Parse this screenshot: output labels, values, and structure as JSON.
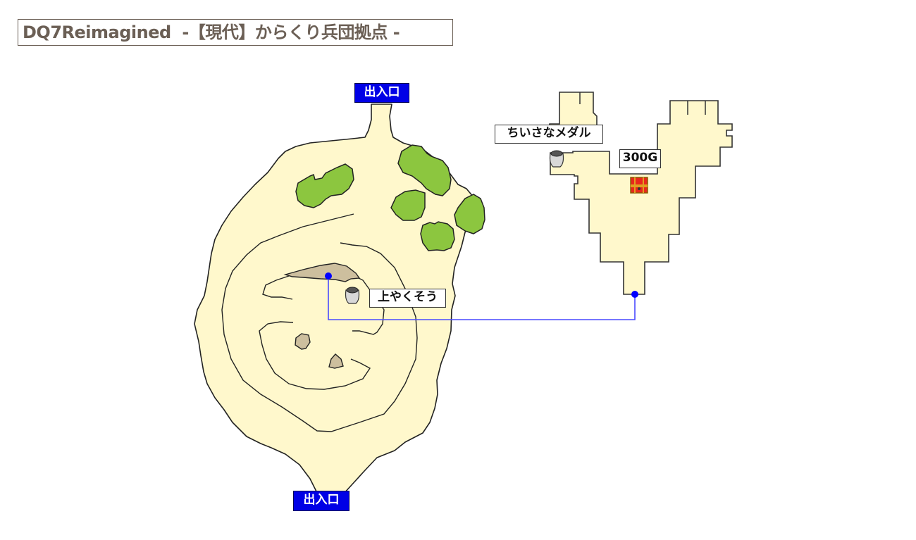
{
  "title": {
    "game": "DQ7Reimagined",
    "separator_left": "  -",
    "location": "【現代】からくり兵団拠点",
    "separator_right": " -"
  },
  "exits": {
    "top": {
      "label": "出入口"
    },
    "bottom": {
      "label": "出入口"
    }
  },
  "items": [
    {
      "label": "ちいさなメダル",
      "icon": "pot-icon"
    },
    {
      "label": "300G",
      "icon": "treasure-chest-icon"
    },
    {
      "label": "上やくそう",
      "icon": "pot-icon"
    }
  ],
  "colors": {
    "floor": "#fff8cc",
    "outline": "#222222",
    "trees": "#8cc63f",
    "rock": "#cdbf9e",
    "exit_bg": "#0000e6",
    "connector": "#4a4aff",
    "connector_dot": "#0000ff",
    "title_text": "#6b5f55"
  }
}
